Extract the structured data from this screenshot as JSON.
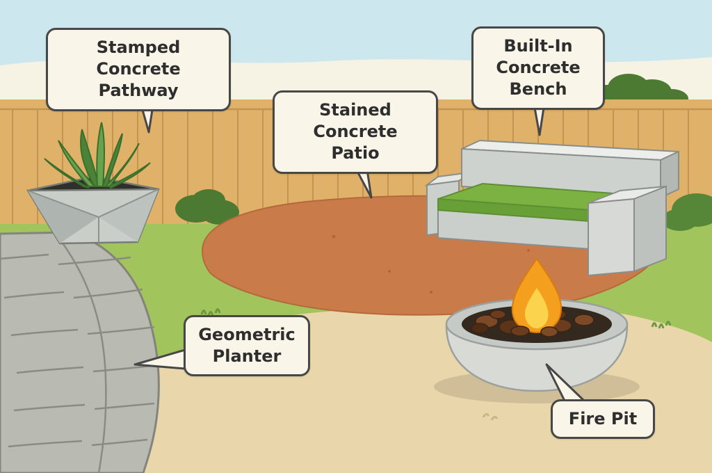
{
  "labels": {
    "pathway": "Stamped Concrete\nPathway",
    "patio": "Stained Concrete\nPatio",
    "bench": "Built-In\nConcrete Bench",
    "planter": "Geometric\nPlanter",
    "firepit": "Fire Pit"
  },
  "colors": {
    "sky": "#cde7ee",
    "horizon_band": "#f6f2e4",
    "fence": "#e0b169",
    "fence_line": "#c4934f",
    "grass": "#a2c45c",
    "bush_dark": "#4c7a32",
    "bush_mid": "#568738",
    "patio": "#c97c49",
    "pathway": "#b9bab1",
    "pathway_line": "#8a8b82",
    "foreground_concrete": "#e9d7ab",
    "planter_body": "#c9cec9",
    "planter_opening": "#2f2f2b",
    "plant_dark": "#4a8338",
    "plant_light": "#67a34d",
    "bench_concrete": "#ced2cf",
    "bench_concrete_light": "#eceeeb",
    "cushion_green": "#7cb241",
    "firepit_bowl": "#d8dad6",
    "rock_brown": "#6b3d1e",
    "flame_outer": "#f59f1e",
    "flame_inner": "#fcd34d",
    "label_bg": "#faf5e9",
    "label_border": "#474747"
  }
}
